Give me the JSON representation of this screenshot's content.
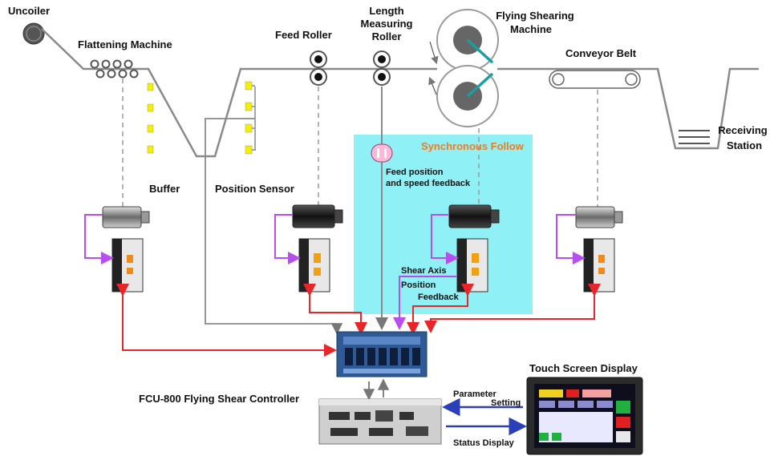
{
  "labels": {
    "uncoiler": "Uncoiler",
    "flattening_machine": "Flattening Machine",
    "feed_roller": "Feed Roller",
    "length_measuring_roller": [
      "Length",
      "Measuring",
      "Roller"
    ],
    "flying_shearing_machine": [
      "Flying Shearing",
      "Machine"
    ],
    "conveyor_belt": "Conveyor Belt",
    "receiving_station": [
      "Receiving",
      "Station"
    ],
    "buffer": "Buffer",
    "position_sensor": "Position Sensor",
    "synchronous_follow": "Synchronous Follow",
    "feed_feedback": [
      "Feed position",
      "and speed feedback"
    ],
    "shear_axis_feedback": [
      "Shear Axis",
      "Position",
      "Feedback"
    ],
    "controller": "FCU-800 Flying Shear Controller",
    "touch_screen": "Touch Screen Display",
    "parameter_setting": [
      "Parameter",
      "Setting"
    ],
    "status_display": "Status Display"
  },
  "colors": {
    "sync_zone": "#8ff0f5",
    "signal_red": "#e8262a",
    "signal_purple": "#b84ef0",
    "signal_blue": "#2a3fb8",
    "material_line": "#8a8a8a",
    "accent_orange": "#f07a22"
  }
}
